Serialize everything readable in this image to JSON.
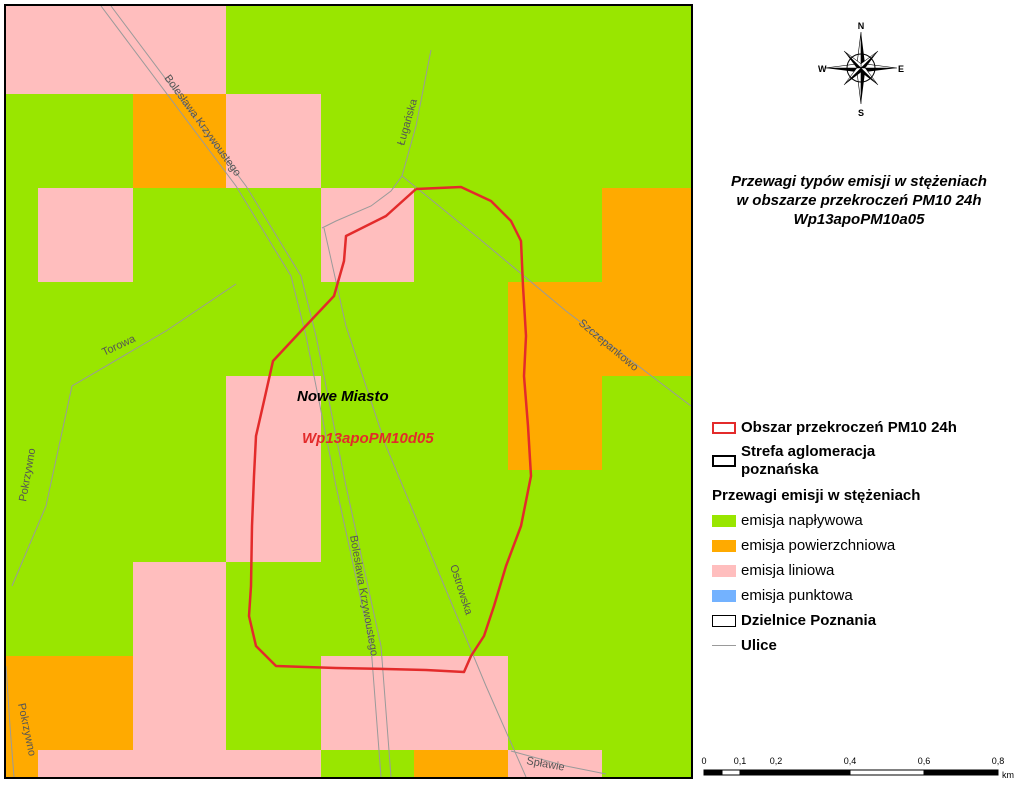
{
  "colors": {
    "naplywowa": "#99e600",
    "powierzchniowa": "#ffaa00",
    "liniowa": "#ffbebe",
    "punktowa": "#73b2ff",
    "exceedance_outline": "#e32b2b",
    "streets": "#9a9a9a"
  },
  "compass": {
    "n": "N",
    "s": "S",
    "e": "E",
    "w": "W"
  },
  "title": {
    "line1": "Przewagi typów emisji w stężeniach",
    "line2": "w obszarze przekroczeń PM10 24h",
    "line3": "Wp13apoPM10a05"
  },
  "map_labels": {
    "district": "Nowe Miasto",
    "area_code": "Wp13apoPM10d05"
  },
  "streets": {
    "krzywoustego_1": "Bolesława Krzywoustego",
    "krzywoustego_2": "Bolesława Krzywoustego",
    "luganska": "Ługańska",
    "torowa": "Torowa",
    "szczepankowo": "Szczepankowo",
    "pokrzywno_1": "Pokrzywno",
    "pokrzywno_2": "Pokrzywno",
    "ostrowska": "Ostrowska",
    "splawie": "Spławie"
  },
  "legend": {
    "exceedance": "Obszar przekroczeń PM10 24h",
    "agglomeration": "Strefa aglomeracja poznańska",
    "heading": "Przewagi emisji w stężeniach",
    "naplywowa": "emisja napływowa",
    "powierzchniowa": "emisja powierzchniowa",
    "liniowa": "emisja liniowa",
    "punktowa": "emisja punktowa",
    "dzielnice": "Dzielnice Poznania",
    "ulice": "Ulice"
  },
  "scale": {
    "ticks": [
      "0",
      "0,1",
      "0,2",
      "0,4",
      "0,6",
      "0,8"
    ],
    "unit": "km"
  }
}
